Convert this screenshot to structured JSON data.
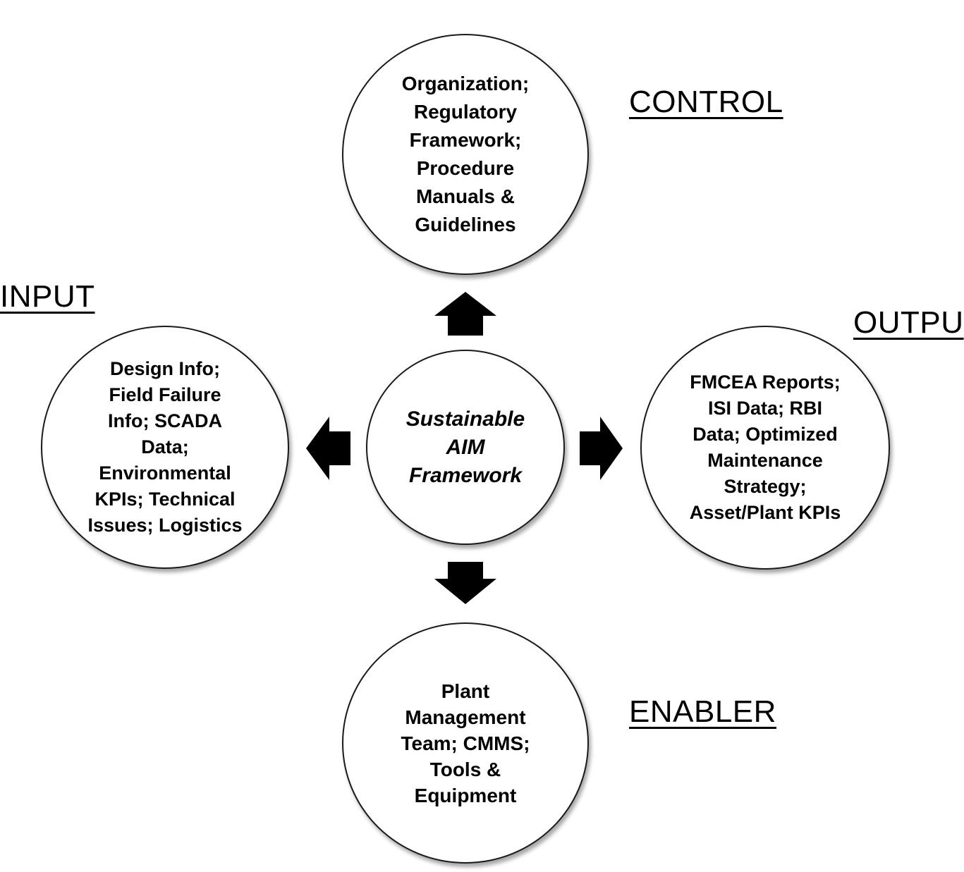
{
  "labels": {
    "control": "CONTROL",
    "input": "INPUT",
    "output": "OUTPU",
    "enabler": "ENABLER"
  },
  "nodes": {
    "center": "Sustainable\nAIM\nFramework",
    "control": "Organization;\nRegulatory\nFramework;\nProcedure\nManuals &\nGuidelines",
    "input": "Design Info;\nField Failure\nInfo; SCADA\nData;\nEnvironmental\nKPIs; Technical\nIssues; Logistics",
    "output": "FMCEA Reports;\nISI Data; RBI\nData; Optimized\nMaintenance\nStrategy;\nAsset/Plant KPIs",
    "enabler": "Plant\nManagement\nTeam; CMMS;\nTools &\nEquipment"
  },
  "colors": {
    "arrow": "#000000",
    "circle_border": "#1a1a1a",
    "background": "#ffffff"
  }
}
